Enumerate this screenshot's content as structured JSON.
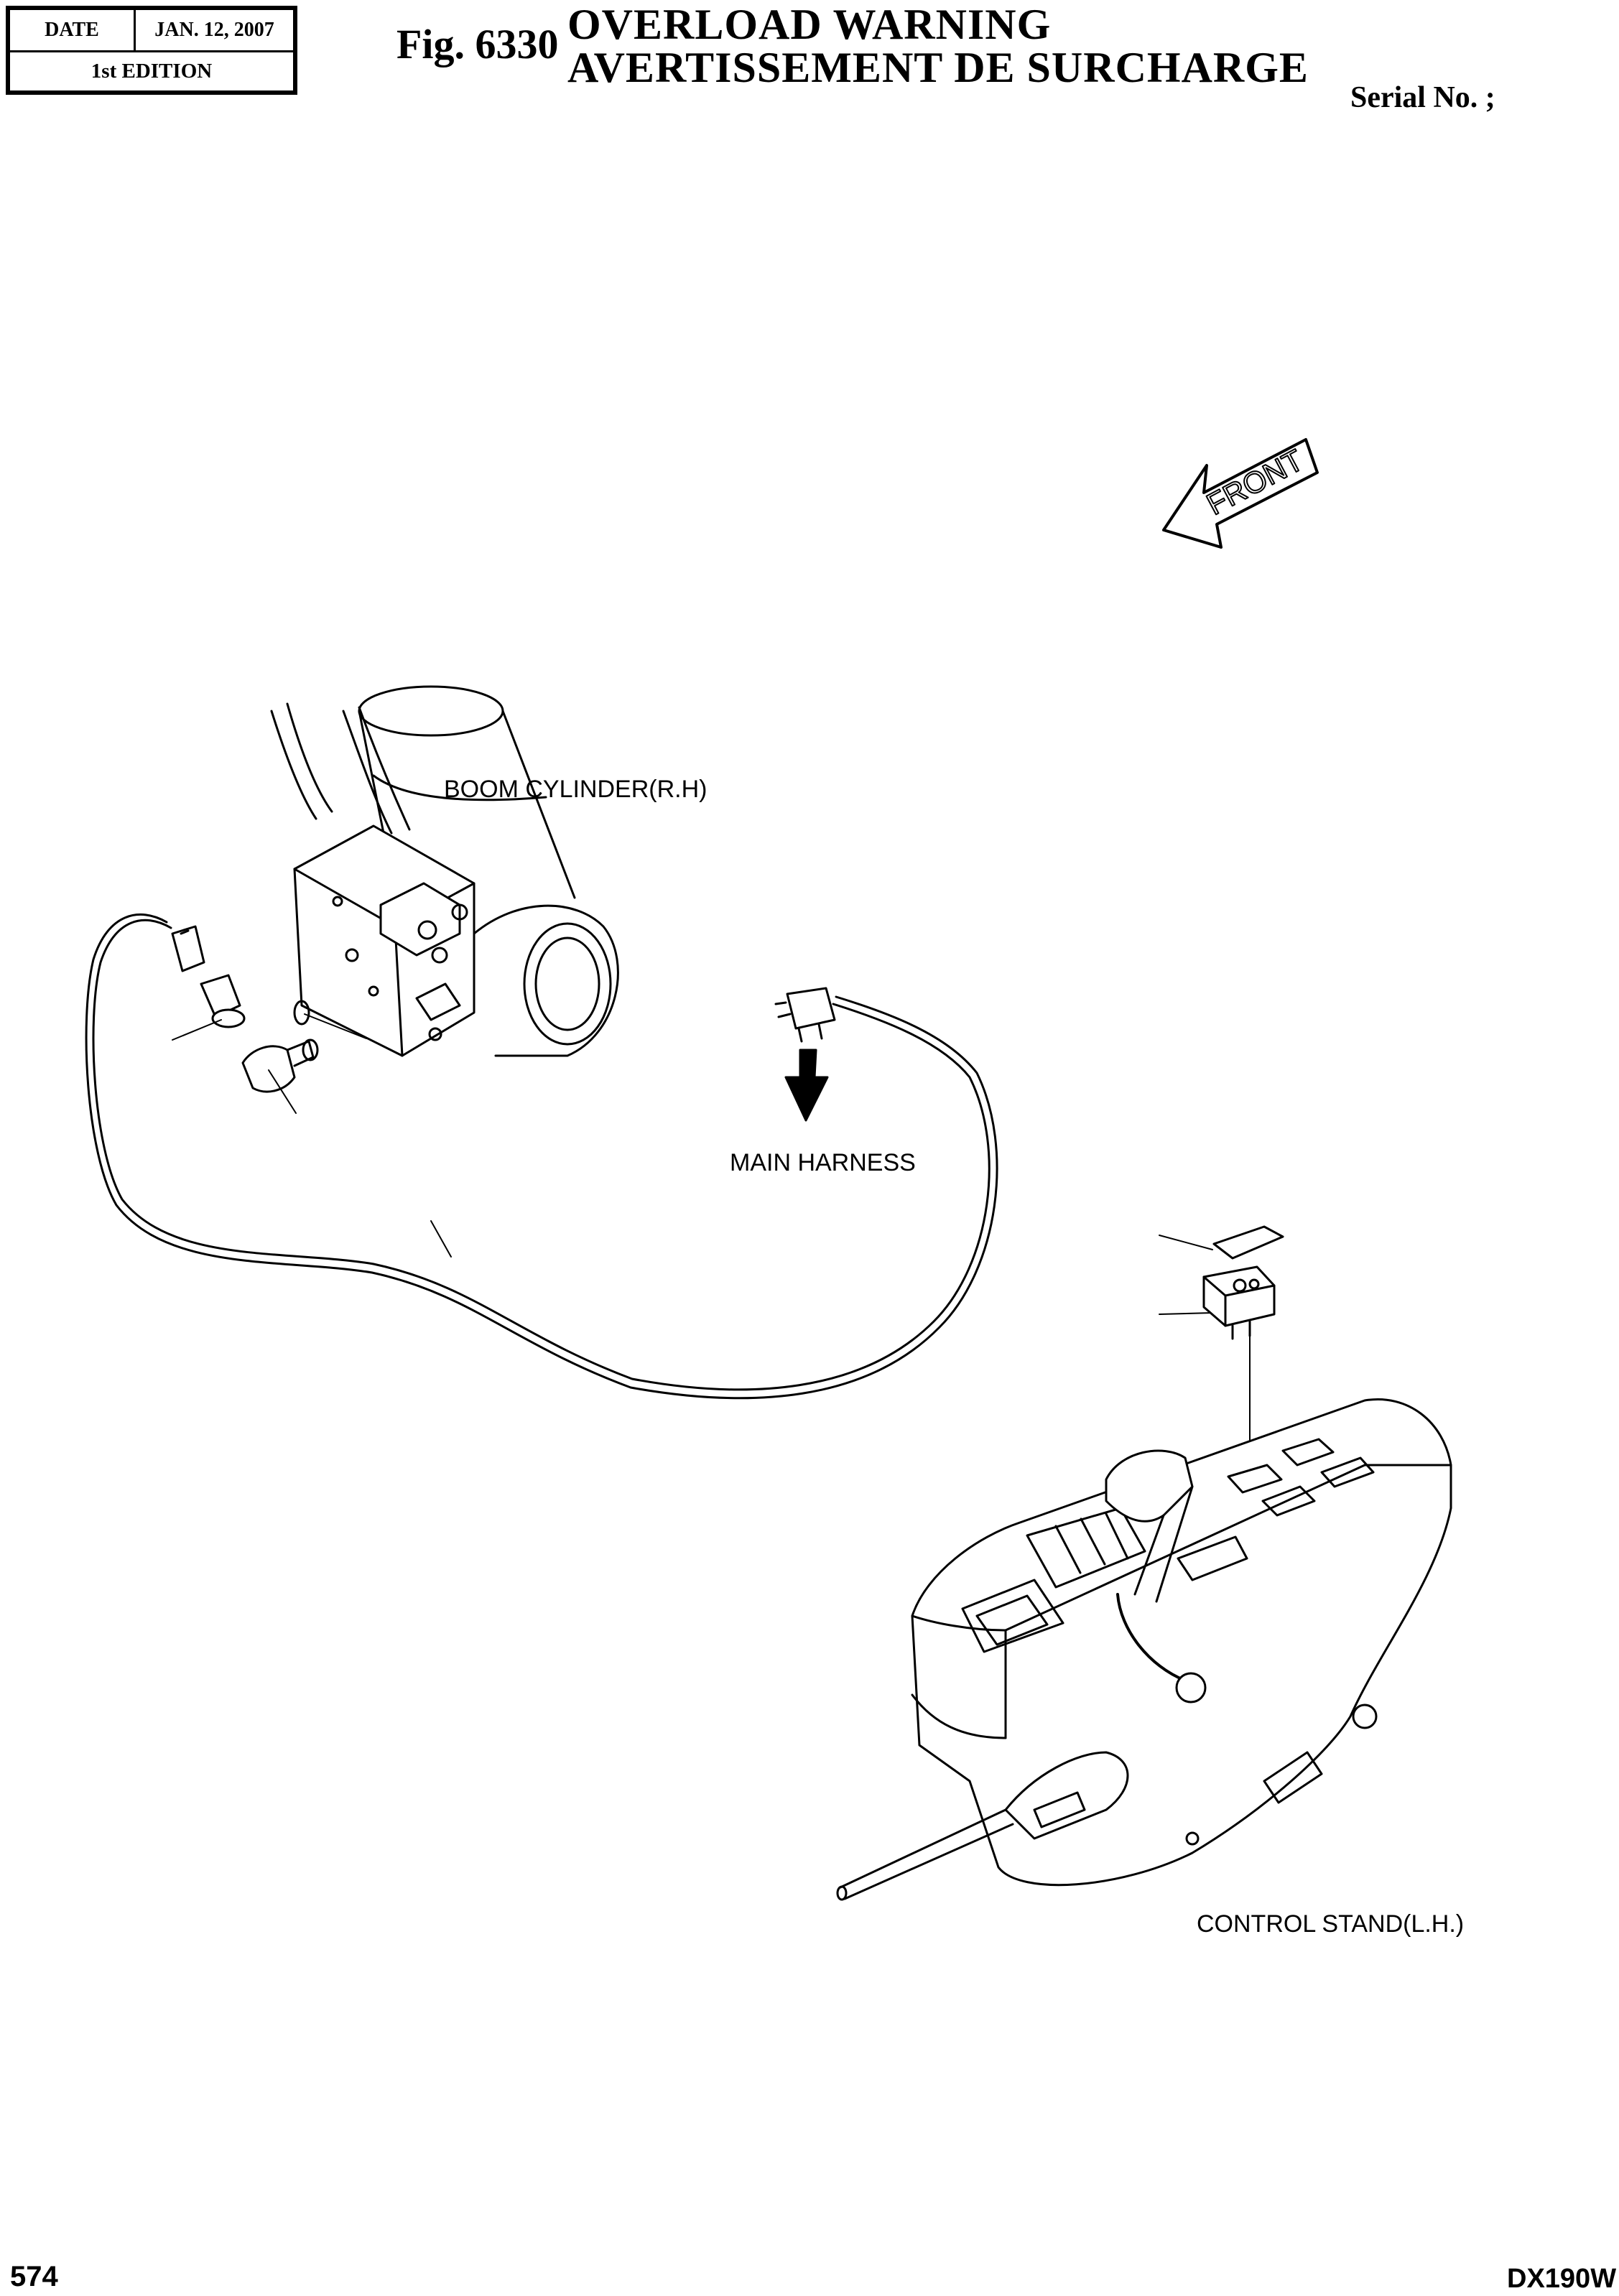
{
  "header": {
    "date_label": "DATE",
    "date_value": "JAN. 12, 2007",
    "edition": "1st EDITION",
    "figure_number": "Fig. 6330",
    "title_en": "OVERLOAD  WARNING",
    "title_fr": "AVERTISSEMENT  DE  SURCHARGE",
    "serial": "Serial No. ;"
  },
  "diagram": {
    "front_label": "FRONT",
    "labels": {
      "boom_cylinder": "BOOM CYLINDER(R.H)",
      "main_harness": "MAIN HARNESS",
      "control_stand": "CONTROL STAND(L.H.)"
    }
  },
  "footer": {
    "page_number": "574",
    "model": "DX190W"
  }
}
